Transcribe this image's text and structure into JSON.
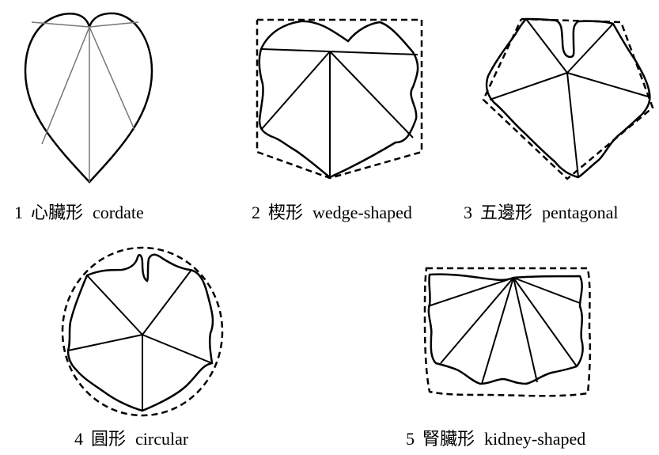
{
  "figure": {
    "shapes": [
      {
        "number": "1",
        "chinese": "心臟形",
        "english": "cordate"
      },
      {
        "number": "2",
        "chinese": "楔形",
        "english": "wedge-shaped"
      },
      {
        "number": "3",
        "chinese": "五邊形",
        "english": "pentagonal"
      },
      {
        "number": "4",
        "chinese": "圓形",
        "english": "circular"
      },
      {
        "number": "5",
        "chinese": "腎臟形",
        "english": "kidney-shaped"
      }
    ]
  }
}
